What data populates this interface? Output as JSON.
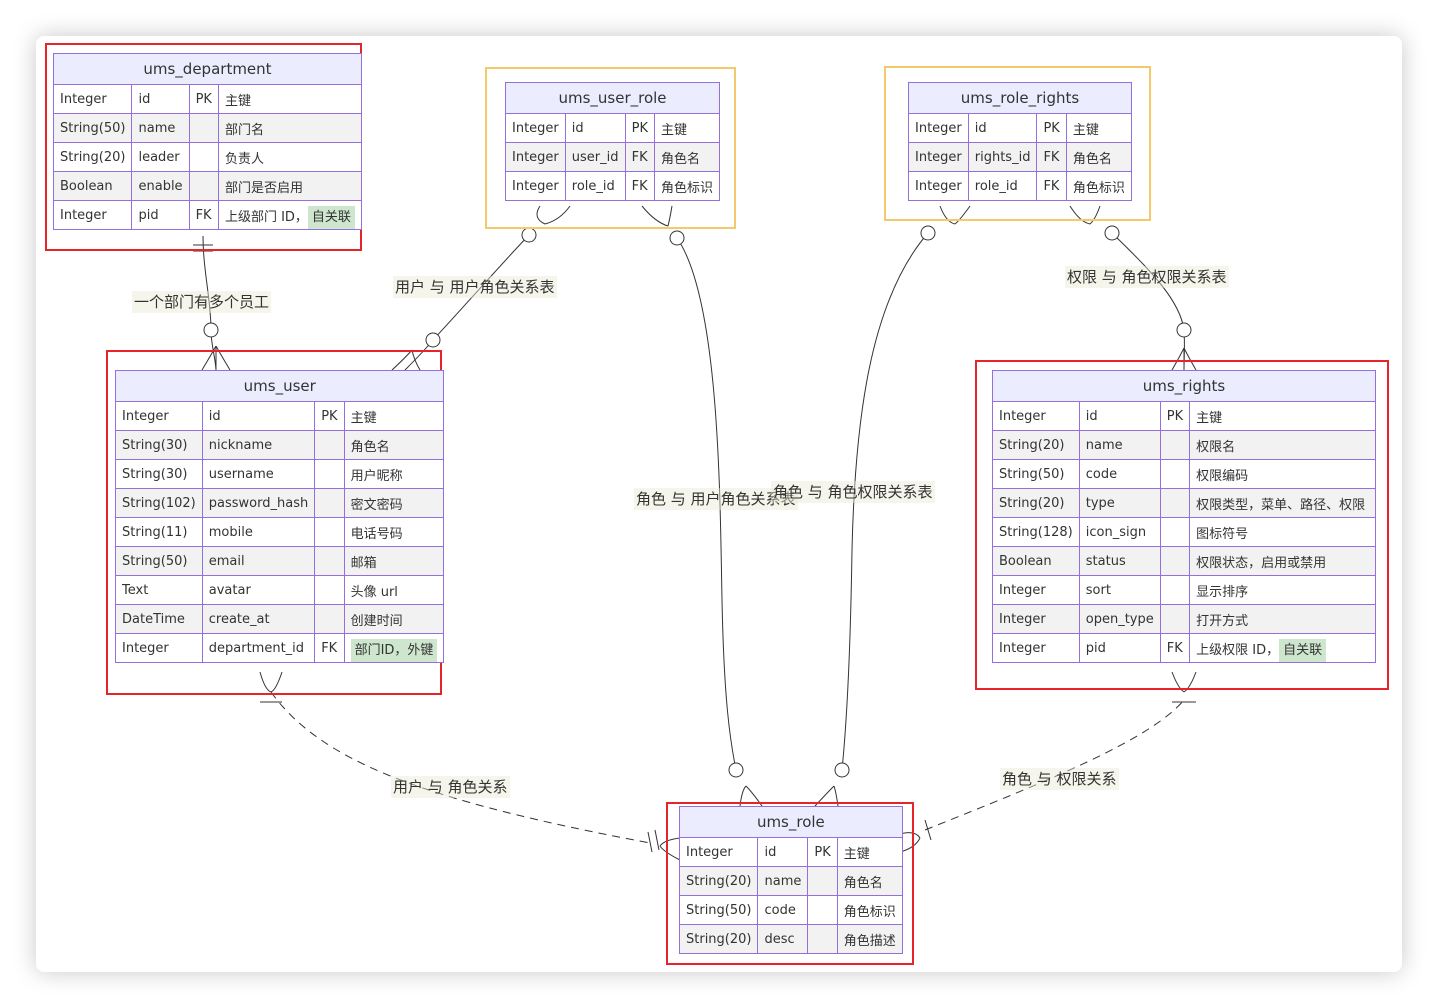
{
  "entities": {
    "ums_department": {
      "name": "ums_department",
      "rows": [
        {
          "type": "Integer",
          "field": "id",
          "key": "PK",
          "comment": "主键"
        },
        {
          "type": "String(50)",
          "field": "name",
          "key": "",
          "comment": "部门名"
        },
        {
          "type": "String(20)",
          "field": "leader",
          "key": "",
          "comment": "负责人"
        },
        {
          "type": "Boolean",
          "field": "enable",
          "key": "",
          "comment": "部门是否启用"
        },
        {
          "type": "Integer",
          "field": "pid",
          "key": "FK",
          "comment": "上级部门 ID，",
          "tag": "自关联"
        }
      ]
    },
    "ums_user_role": {
      "name": "ums_user_role",
      "rows": [
        {
          "type": "Integer",
          "field": "id",
          "key": "PK",
          "comment": "主键"
        },
        {
          "type": "Integer",
          "field": "user_id",
          "key": "FK",
          "comment": "角色名"
        },
        {
          "type": "Integer",
          "field": "role_id",
          "key": "FK",
          "comment": "角色标识"
        }
      ]
    },
    "ums_role_rights": {
      "name": "ums_role_rights",
      "rows": [
        {
          "type": "Integer",
          "field": "id",
          "key": "PK",
          "comment": "主键"
        },
        {
          "type": "Integer",
          "field": "rights_id",
          "key": "FK",
          "comment": "角色名"
        },
        {
          "type": "Integer",
          "field": "role_id",
          "key": "FK",
          "comment": "角色标识"
        }
      ]
    },
    "ums_user": {
      "name": "ums_user",
      "rows": [
        {
          "type": "Integer",
          "field": "id",
          "key": "PK",
          "comment": "主键"
        },
        {
          "type": "String(30)",
          "field": "nickname",
          "key": "",
          "comment": "角色名"
        },
        {
          "type": "String(30)",
          "field": "username",
          "key": "",
          "comment": "用户昵称"
        },
        {
          "type": "String(102)",
          "field": "password_hash",
          "key": "",
          "comment": "密文密码"
        },
        {
          "type": "String(11)",
          "field": "mobile",
          "key": "",
          "comment": "电话号码"
        },
        {
          "type": "String(50)",
          "field": "email",
          "key": "",
          "comment": "邮箱"
        },
        {
          "type": "Text",
          "field": "avatar",
          "key": "",
          "comment": "头像 url"
        },
        {
          "type": "DateTime",
          "field": "create_at",
          "key": "",
          "comment": "创建时间"
        },
        {
          "type": "Integer",
          "field": "department_id",
          "key": "FK",
          "comment": "",
          "tag": "部门ID，外键"
        }
      ]
    },
    "ums_rights": {
      "name": "ums_rights",
      "rows": [
        {
          "type": "Integer",
          "field": "id",
          "key": "PK",
          "comment": "主键"
        },
        {
          "type": "String(20)",
          "field": "name",
          "key": "",
          "comment": "权限名"
        },
        {
          "type": "String(50)",
          "field": "code",
          "key": "",
          "comment": "权限编码"
        },
        {
          "type": "String(20)",
          "field": "type",
          "key": "",
          "comment": "权限类型，菜单、路径、权限"
        },
        {
          "type": "String(128)",
          "field": "icon_sign",
          "key": "",
          "comment": "图标符号"
        },
        {
          "type": "Boolean",
          "field": "status",
          "key": "",
          "comment": "权限状态，启用或禁用"
        },
        {
          "type": "Integer",
          "field": "sort",
          "key": "",
          "comment": "显示排序"
        },
        {
          "type": "Integer",
          "field": "open_type",
          "key": "",
          "comment": "打开方式"
        },
        {
          "type": "Integer",
          "field": "pid",
          "key": "FK",
          "comment": "上级权限 ID，",
          "tag": "自关联"
        }
      ]
    },
    "ums_role": {
      "name": "ums_role",
      "rows": [
        {
          "type": "Integer",
          "field": "id",
          "key": "PK",
          "comment": "主键"
        },
        {
          "type": "String(20)",
          "field": "name",
          "key": "",
          "comment": "角色名"
        },
        {
          "type": "String(50)",
          "field": "code",
          "key": "",
          "comment": "角色标识"
        },
        {
          "type": "String(20)",
          "field": "desc",
          "key": "",
          "comment": "角色描述"
        }
      ]
    }
  },
  "relations": {
    "dept_user": "一个部门有多个员工",
    "user_userrole": "用户 与 用户角色关系表",
    "role_userrole": "角色 与 用户角色关系表",
    "role_rolerights": "角色 与 角色权限关系表",
    "rights_rolerights": "权限 与 角色权限关系表",
    "user_role": "用户 与 角色关系",
    "role_rights": "角色 与 权限关系"
  },
  "colors": {
    "entity_border": "#9370db",
    "entity_header": "#ececff",
    "highlight_red": "#e5252a",
    "highlight_yellow": "#f4c96b",
    "self_ref_tag": "#cde6cd"
  }
}
